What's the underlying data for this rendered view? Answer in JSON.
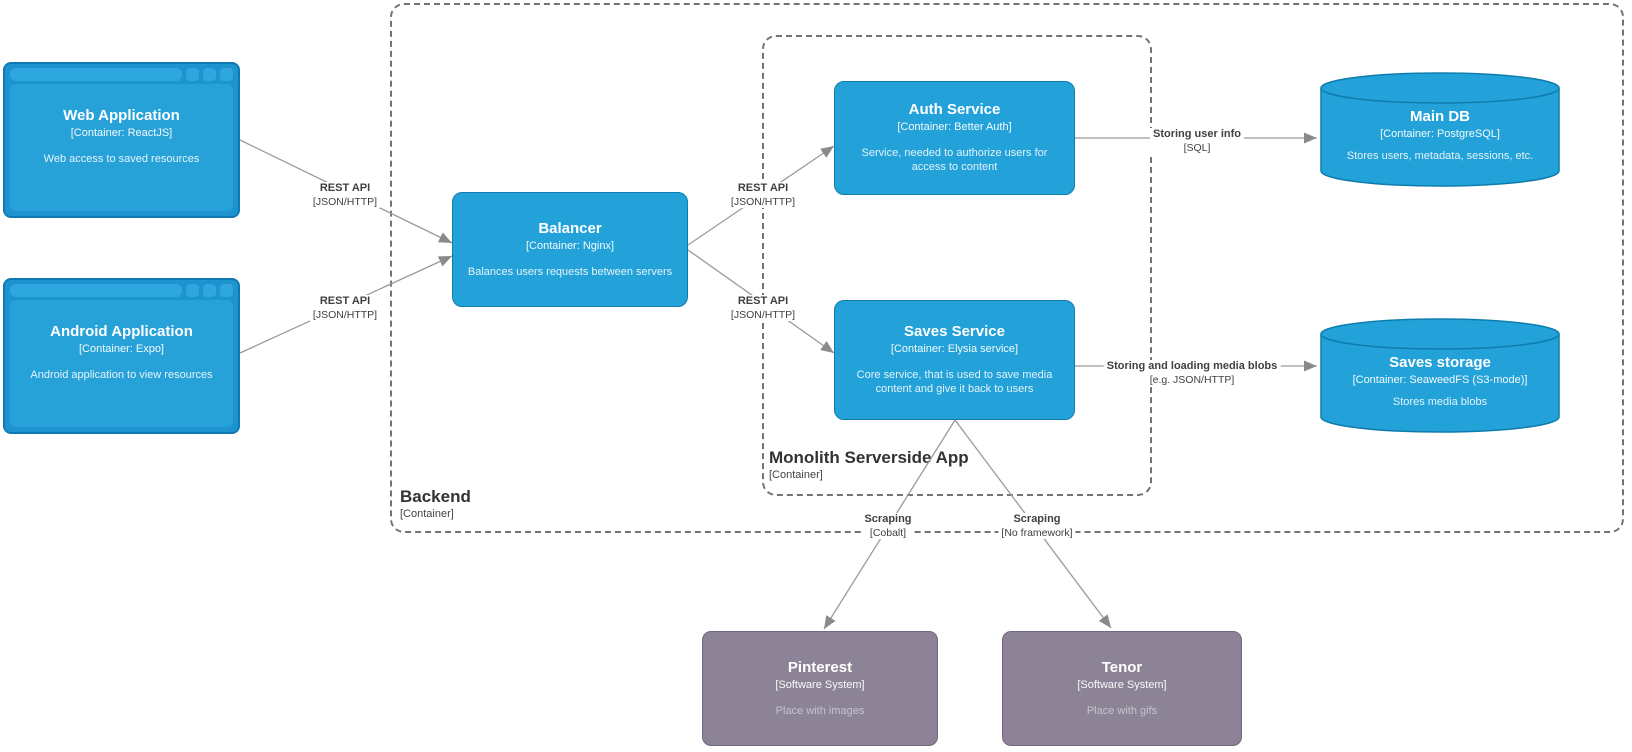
{
  "containers": {
    "backend": {
      "title": "Backend",
      "type": "[Container]"
    },
    "monolith": {
      "title": "Monolith Serverside App",
      "type": "[Container]"
    }
  },
  "nodes": {
    "web_app": {
      "title": "Web Application",
      "type": "[Container: ReactJS]",
      "description": "Web access to saved resources"
    },
    "android_app": {
      "title": "Android Application",
      "type": "[Container: Expo]",
      "description": "Android application to view resources"
    },
    "balancer": {
      "title": "Balancer",
      "type": "[Container: Nginx]",
      "description": "Balances users requests between servers"
    },
    "auth_service": {
      "title": "Auth Service",
      "type": "[Container: Better Auth]",
      "description": "Service, needed to authorize users for access to content"
    },
    "saves_service": {
      "title": "Saves Service",
      "type": "[Container: Elysia service]",
      "description": "Core service, that is used to save media content and give it back to users"
    },
    "main_db": {
      "title": "Main DB",
      "type": "[Container: PostgreSQL]",
      "description": "Stores users, metadata, sessions, etc."
    },
    "saves_storage": {
      "title": "Saves storage",
      "type": "[Container: SeaweedFS (S3-mode)]",
      "description": "Stores media blobs"
    },
    "pinterest": {
      "title": "Pinterest",
      "type": "[Software System]",
      "description": "Place with images"
    },
    "tenor": {
      "title": "Tenor",
      "type": "[Software System]",
      "description": "Place with gifs"
    }
  },
  "edges": {
    "web_balancer": {
      "label": "REST API",
      "tech": "[JSON/HTTP]"
    },
    "android_balancer": {
      "label": "REST API",
      "tech": "[JSON/HTTP]"
    },
    "balancer_auth": {
      "label": "REST API",
      "tech": "[JSON/HTTP]"
    },
    "balancer_saves": {
      "label": "REST API",
      "tech": "[JSON/HTTP]"
    },
    "auth_maindb": {
      "label": "Storing user info",
      "tech": "[SQL]"
    },
    "saves_storage": {
      "label": "Storing and loading media blobs",
      "tech": "[e.g. JSON/HTTP]"
    },
    "saves_pinterest": {
      "label": "Scraping",
      "tech": "[Cobalt]"
    },
    "saves_tenor": {
      "label": "Scraping",
      "tech": "[No framework]"
    }
  },
  "colors": {
    "container_blue": "#23a2d9",
    "container_blue_border": "#0e7dad",
    "external_gray": "#8c8496",
    "external_gray_border": "#736782",
    "arrow_gray": "#9b9b9b",
    "boundary_dash_gray": "#737373"
  }
}
